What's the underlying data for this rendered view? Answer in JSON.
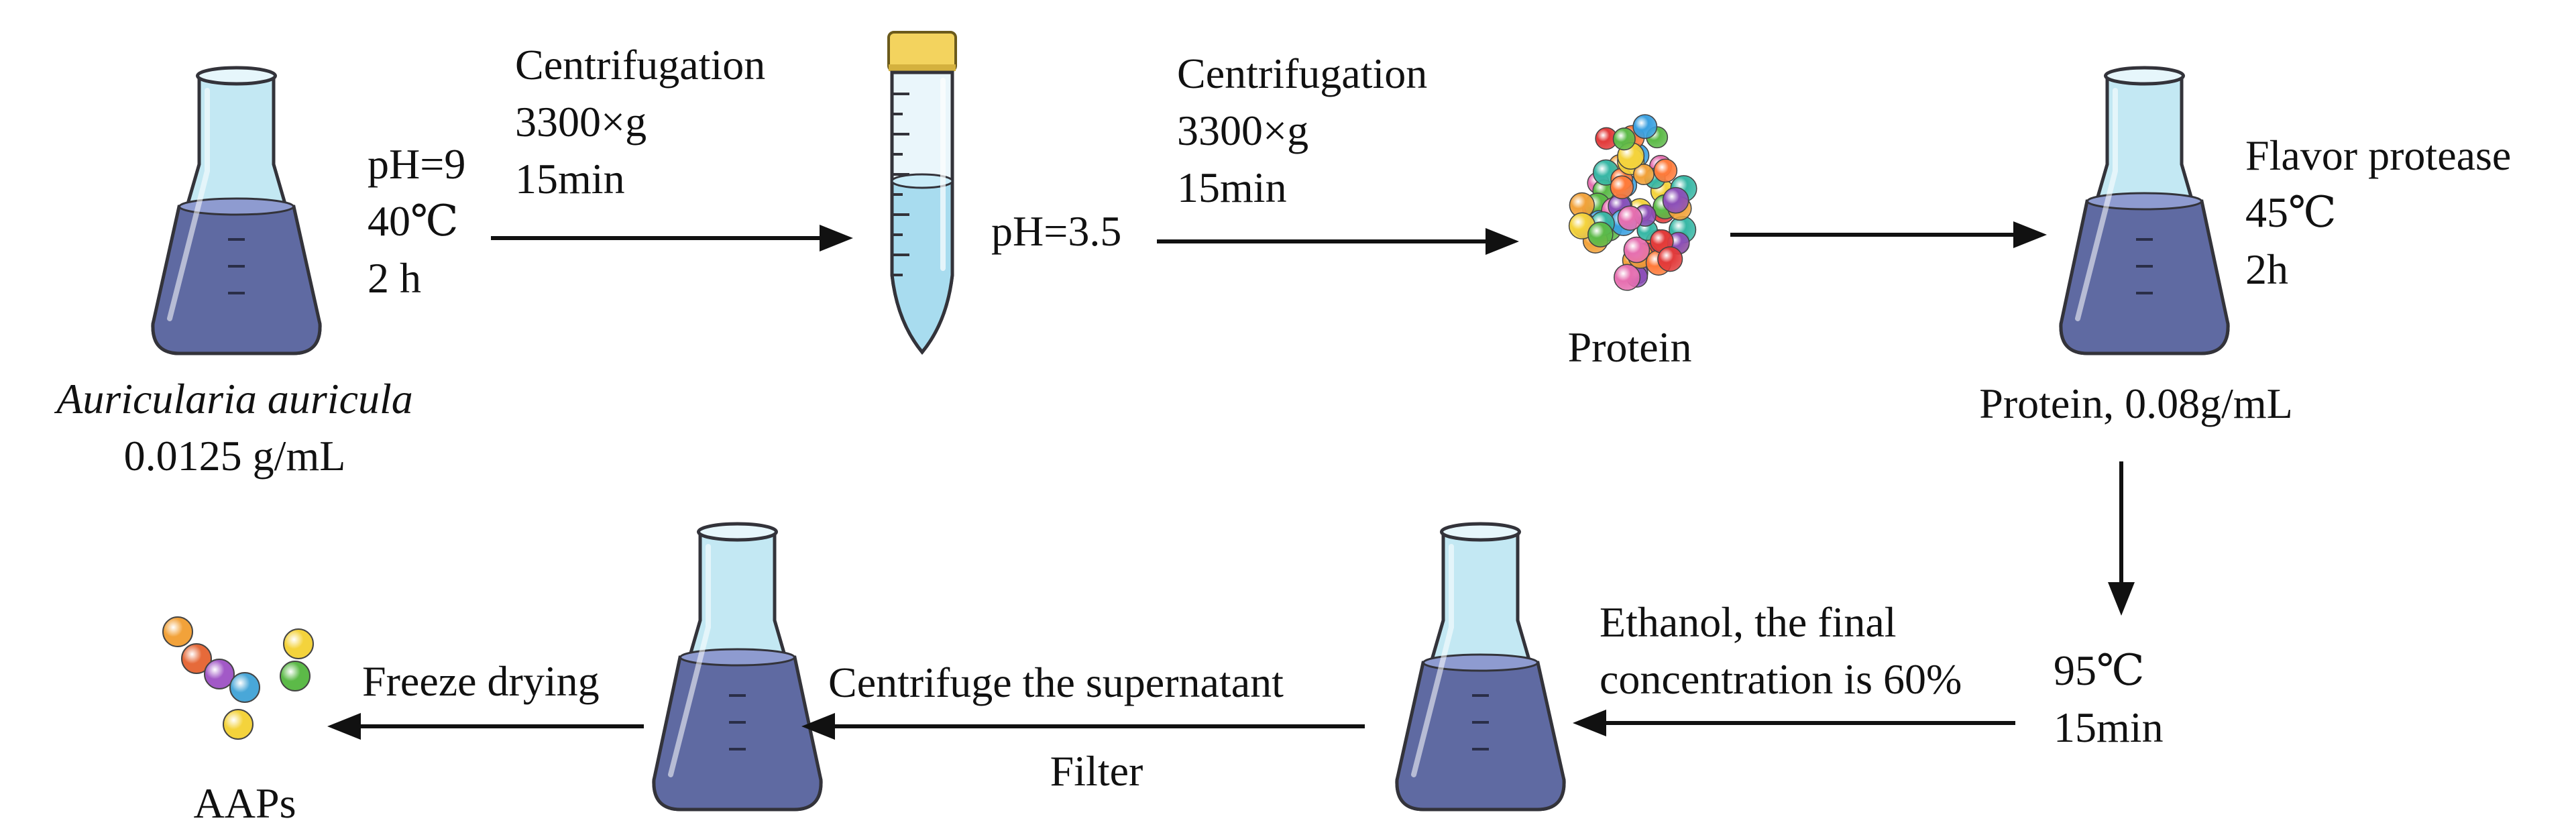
{
  "colors": {
    "liquid": "#5f6aa2",
    "liquid_top": "#8e9bd0",
    "glass": "#c3e8f3",
    "glass_stroke": "#33333a",
    "tube_liquid": "#a8dcef",
    "tube_cap": "#f3d35e",
    "arrow": "#111111"
  },
  "step1": {
    "icon": "erlenmeyer-flask-icon",
    "sample_name": "Auricularia auricula",
    "concentration": "0.0125 g/mL",
    "conditions": [
      "pH=9",
      "40℃",
      "2 h"
    ]
  },
  "step2": {
    "icon": "centrifuge-tube-icon",
    "conditions": [
      "Centrifugation",
      "3300×g",
      "15min"
    ]
  },
  "step3": {
    "condition": "pH=3.5",
    "conditions": [
      "Centrifugation",
      "3300×g",
      "15min"
    ]
  },
  "step4": {
    "icon": "protein-cluster-icon",
    "label": "Protein"
  },
  "step5": {
    "icon": "erlenmeyer-flask-icon",
    "conditions": [
      "Flavor protease",
      "45℃",
      "2h"
    ],
    "label": "Protein, 0.08g/mL"
  },
  "step6": {
    "conditions": [
      "95℃",
      "15min"
    ]
  },
  "step7": {
    "icon": "erlenmeyer-flask-icon",
    "conditions": [
      "Ethanol, the final",
      "concentration is 60%"
    ]
  },
  "step8": {
    "icon": "erlenmeyer-flask-icon",
    "above": "Centrifuge the supernatant",
    "below": "Filter"
  },
  "step9": {
    "condition": "Freeze drying",
    "icon": "peptide-beads-icon",
    "label": "AAPs"
  }
}
